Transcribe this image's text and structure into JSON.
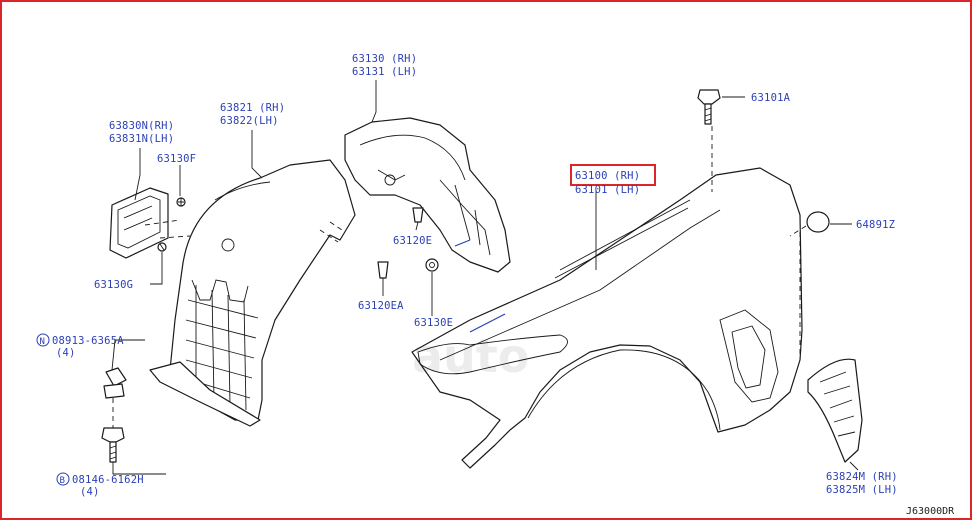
{
  "labels": {
    "p63130": [
      "63130 (RH)",
      "63131 (LH)"
    ],
    "p63821": [
      "63821 (RH)",
      "63822(LH)"
    ],
    "p63830": [
      "63830N(RH)",
      "63831N(LH)"
    ],
    "p63130f": "63130F",
    "p63130g": "63130G",
    "p63120e": "63120E",
    "p63120ea": "63120EA",
    "p63130e": "63130E",
    "p63100": [
      "63100 (RH)",
      "63101 (LH)"
    ],
    "p63101a": "63101A",
    "p64891z": "64891Z",
    "p08913": [
      "08913-6365A",
      "(4)"
    ],
    "p08146": [
      "08146-6162H",
      "(4)"
    ],
    "p63824": [
      "63824M (RH)",
      "63825M (LH)"
    ],
    "code": "J63000DR"
  },
  "symbols": {
    "n": "N",
    "b": "B"
  },
  "watermark": "auto",
  "colors": {
    "frame": "#d9262b",
    "label": "#2b3fb5",
    "highlight": "#d9262b"
  }
}
